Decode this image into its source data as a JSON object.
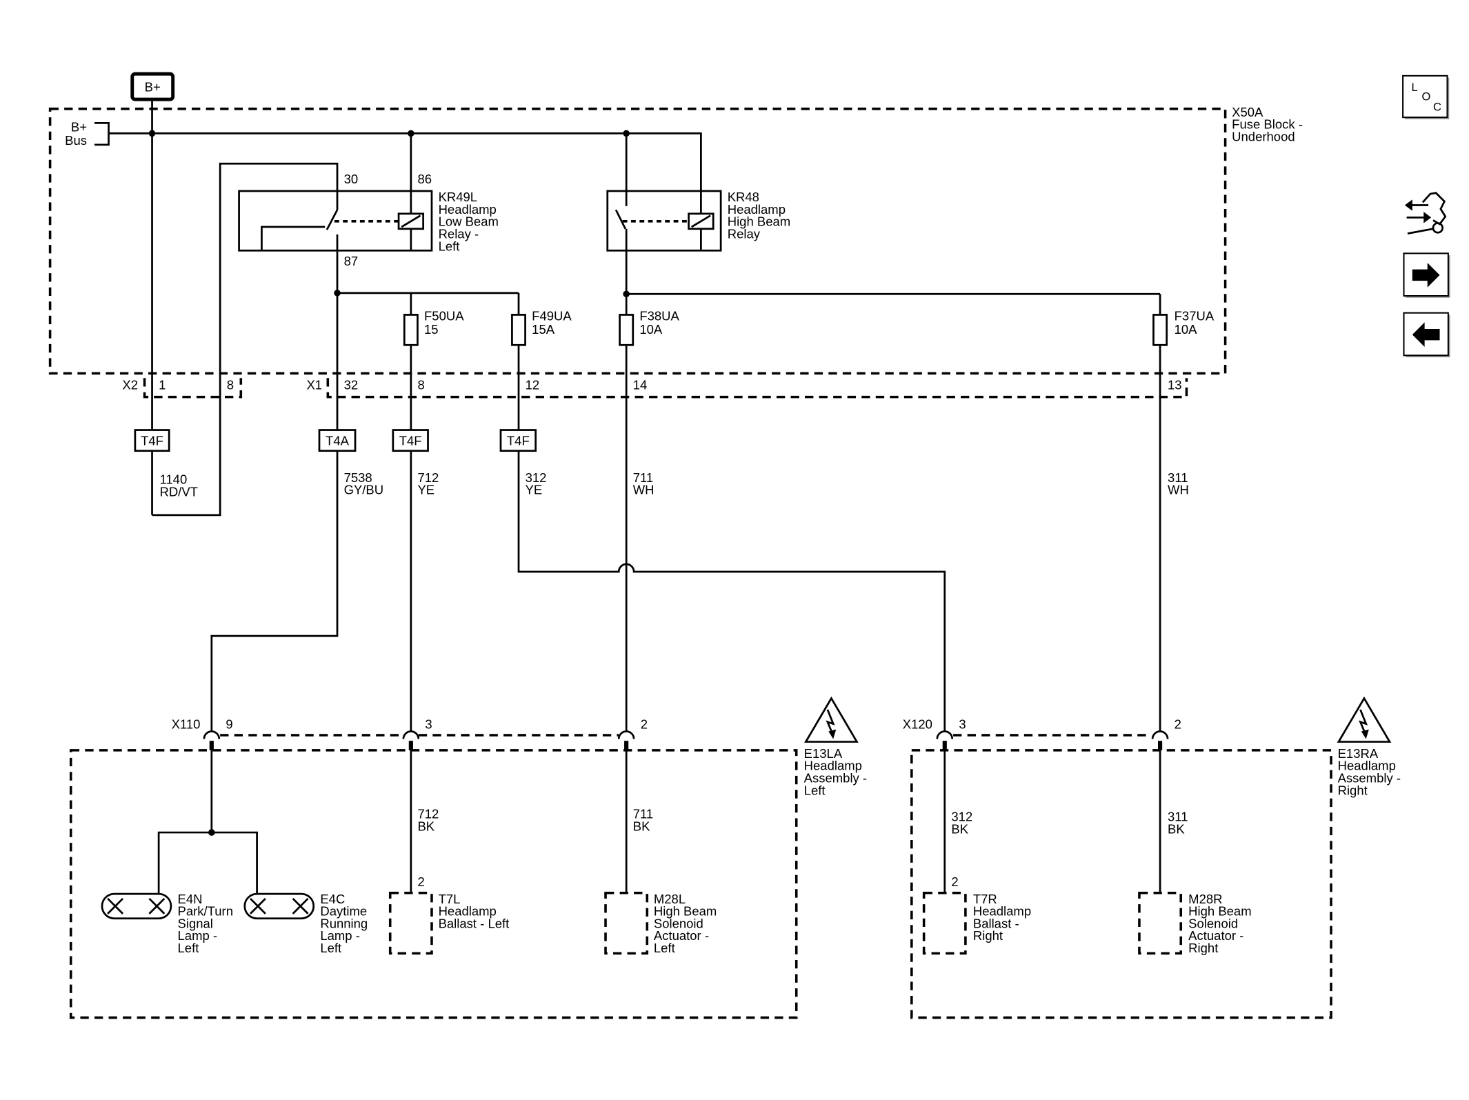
{
  "colors": {
    "line": "#000000",
    "background": "#ffffff"
  },
  "power_source": {
    "label": "B+"
  },
  "bus": {
    "label": [
      "B+",
      "Bus"
    ]
  },
  "fuse_block": {
    "label": [
      "X50A",
      "Fuse Block -",
      "Underhood"
    ]
  },
  "relays": [
    {
      "label": [
        "KR49L",
        "Headlamp",
        "Low Beam",
        "Relay -",
        "Left"
      ],
      "pins": [
        "30",
        "86",
        "87"
      ]
    },
    {
      "label": [
        "KR48",
        "Headlamp",
        "High Beam",
        "Relay"
      ]
    }
  ],
  "fuses": [
    {
      "label": [
        "F50UA",
        "15"
      ]
    },
    {
      "label": [
        "F49UA",
        "15A"
      ]
    },
    {
      "label": [
        "F38UA",
        "10A"
      ]
    },
    {
      "label": [
        "F37UA",
        "10A"
      ]
    }
  ],
  "inline_connectors": [
    {
      "name": "X2",
      "pins": [
        "1",
        "8"
      ]
    },
    {
      "name": "X1",
      "pins": [
        "32",
        "8",
        "12",
        "14",
        "13"
      ]
    },
    {
      "name": "X110",
      "pins": [
        "9",
        "3",
        "2"
      ]
    },
    {
      "name": "X120",
      "pins": [
        "3",
        "2"
      ]
    }
  ],
  "terminals": [
    "T4F",
    "T4A",
    "T4F",
    "T4F"
  ],
  "wires_upper": [
    {
      "circuit": "1140",
      "color": "RD/VT"
    },
    {
      "circuit": "7538",
      "color": "GY/BU"
    },
    {
      "circuit": "712",
      "color": "YE"
    },
    {
      "circuit": "312",
      "color": "YE"
    },
    {
      "circuit": "711",
      "color": "WH"
    },
    {
      "circuit": "311",
      "color": "WH"
    }
  ],
  "wires_lower": [
    {
      "circuit": "712",
      "color": "BK"
    },
    {
      "circuit": "711",
      "color": "BK"
    },
    {
      "circuit": "312",
      "color": "BK"
    },
    {
      "circuit": "311",
      "color": "BK"
    }
  ],
  "assemblies": [
    {
      "label": [
        "E13LA",
        "Headlamp",
        "Assembly -",
        "Left"
      ],
      "icon": "high-voltage-warning-icon"
    },
    {
      "label": [
        "E13RA",
        "Headlamp",
        "Assembly -",
        "Right"
      ],
      "icon": "high-voltage-warning-icon"
    }
  ],
  "lamps": [
    {
      "label": [
        "E4N",
        "Park/Turn",
        "Signal",
        "Lamp -",
        "Left"
      ],
      "icon": "bulb-icon"
    },
    {
      "label": [
        "E4C",
        "Daytime",
        "Running",
        "Lamp -",
        "Left"
      ],
      "icon": "bulb-icon"
    }
  ],
  "components": [
    {
      "label": [
        "T7L",
        "Headlamp",
        "Ballast - Left"
      ],
      "pin": "2"
    },
    {
      "label": [
        "M28L",
        "High Beam",
        "Solenoid",
        "Actuator -",
        "Left"
      ]
    },
    {
      "label": [
        "T7R",
        "Headlamp",
        "Ballast -",
        "Right"
      ],
      "pin": "2"
    },
    {
      "label": [
        "M28R",
        "High Beam",
        "Solenoid",
        "Actuator -",
        "Right"
      ]
    }
  ],
  "nav": {
    "loc": {
      "letters": [
        "L",
        "O",
        "C"
      ],
      "icon": "location-view-icon"
    },
    "tools": {
      "icon": "connector-tools-icon"
    },
    "next": {
      "icon": "arrow-right-icon"
    },
    "previous": {
      "icon": "arrow-left-icon"
    }
  }
}
